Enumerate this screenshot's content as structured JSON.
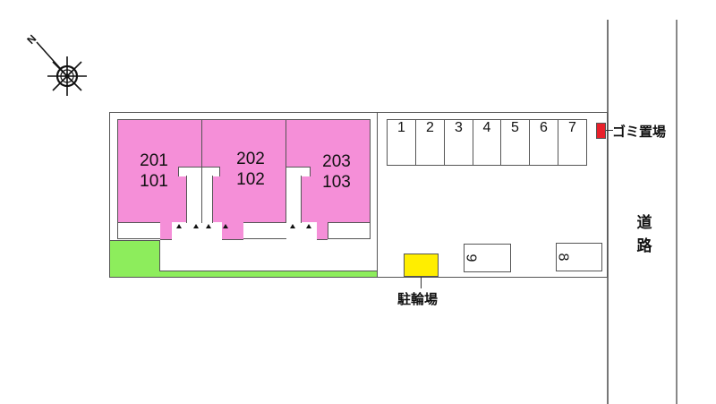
{
  "compass": {
    "label": "N",
    "icon": "compass-rose-icon"
  },
  "building": {
    "units": [
      {
        "upper": "201",
        "lower": "101"
      },
      {
        "upper": "202",
        "lower": "102"
      },
      {
        "upper": "203",
        "lower": "103"
      }
    ],
    "color": "#f58fd8"
  },
  "parking": {
    "slots_top": [
      "1",
      "2",
      "3",
      "4",
      "5",
      "6",
      "7"
    ],
    "slots_bottom": [
      {
        "label": "9",
        "rotated": true
      },
      {
        "label": "8",
        "rotated": true
      }
    ]
  },
  "garbage": {
    "label": "ゴミ置場",
    "color": "#e8202a"
  },
  "bicycle": {
    "label": "駐輪場",
    "color": "#ffee00"
  },
  "road": {
    "label_line1": "道",
    "label_line2": "路"
  },
  "greenery": {
    "color": "#8ded5c"
  }
}
